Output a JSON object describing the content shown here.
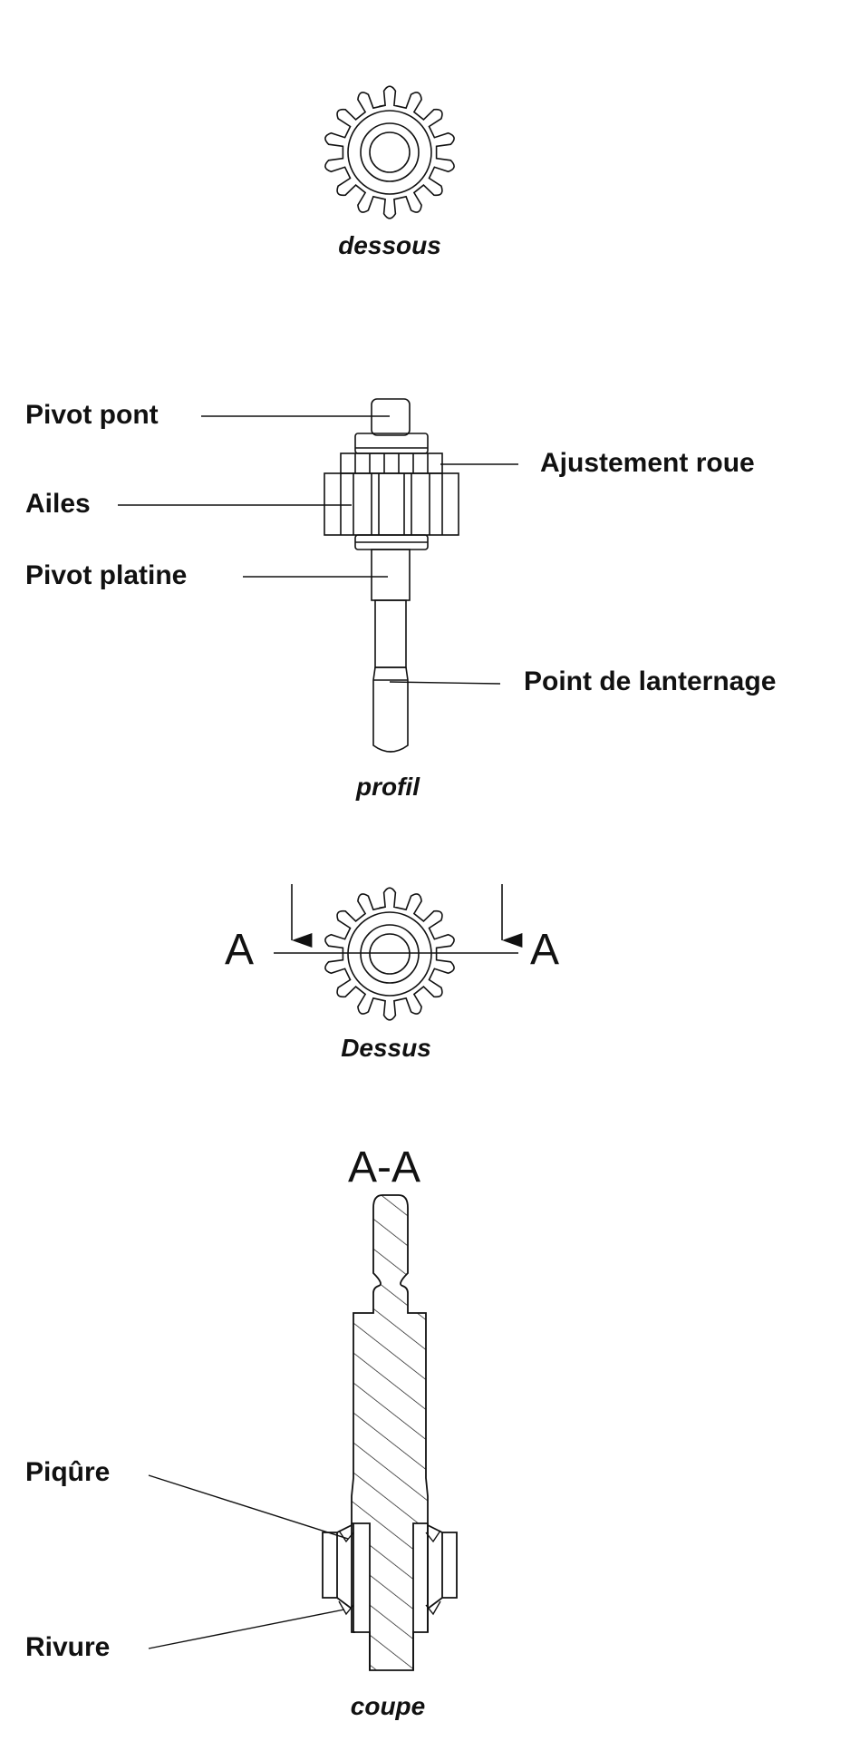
{
  "views": {
    "bottom_caption": "dessous",
    "profile_caption": "profil",
    "top_caption": "Dessus",
    "section_caption": "coupe"
  },
  "section_marks": {
    "left": "A",
    "right": "A",
    "title": "A-A"
  },
  "labels": {
    "pivot_pont": "Pivot pont",
    "ailes": "Ailes",
    "pivot_platine": "Pivot platine",
    "ajustement_roue": "Ajustement roue",
    "point_lanternage": "Point de lanternage",
    "piqure": "Piqûre",
    "rivure": "Rivure"
  },
  "colors": {
    "ink": "#111111",
    "background": "#ffffff"
  }
}
